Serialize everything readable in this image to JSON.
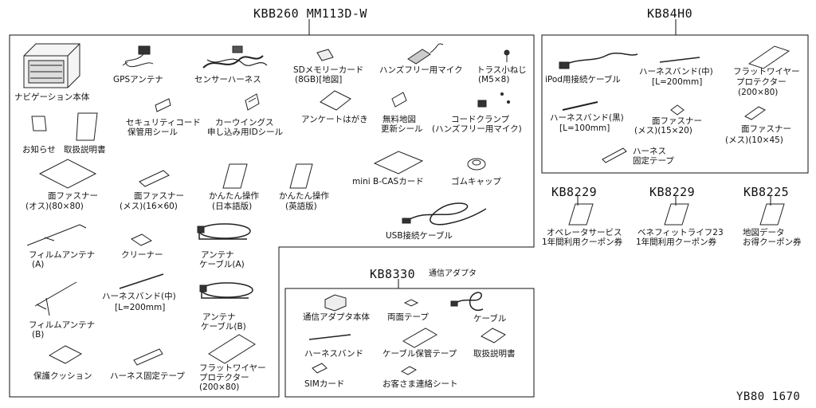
{
  "headers": {
    "main": "KBB260 MM113D-W",
    "kb84h0": "KB84H0",
    "kb8229a": "KB8229",
    "kb8229b": "KB8229",
    "kb8225": "KB8225",
    "kb8330": "KB8330",
    "kb8330_sub": "通信アダプタ"
  },
  "main_parts": {
    "navi_unit": "ナビゲーション本体",
    "gps_antenna": "GPSアンテナ",
    "sensor_harness": "センサーハーネス",
    "sd_card_1": "SDメモリーカード",
    "sd_card_2": "(8GB)[地図]",
    "handsfree_mic": "ハンズフリー用マイク",
    "truss_screw_1": "トラス小ねじ",
    "truss_screw_2": "(M5×8)",
    "security_code_1": "セキュリティコード",
    "security_code_2": "保管用シール",
    "carwings_1": "カーウイングス",
    "carwings_2": "申し込み用IDシール",
    "survey_card": "アンケートはがき",
    "free_map_1": "無料地図",
    "free_map_2": "更新シール",
    "cord_clamp_1": "コードクランプ",
    "cord_clamp_2": "(ハンズフリー用マイク)",
    "notice": "お知らせ",
    "manual": "取扱説明書",
    "fastener_m_1": "面ファスナー",
    "fastener_m_2": "(オス)(80×80)",
    "fastener_f_1": "面ファスナー",
    "fastener_f_2": "(メス)(16×60)",
    "quick_jp_1": "かんたん操作",
    "quick_jp_2": "(日本語版)",
    "quick_en_1": "かんたん操作",
    "quick_en_2": "(英語版)",
    "minib_cas": "mini B-CASカード",
    "rubber_cap": "ゴムキャップ",
    "usb_cable": "USB接続ケーブル",
    "film_ant_a_1": "フィルムアンテナ",
    "film_ant_a_2": "(A)",
    "cleaner": "クリーナー",
    "ant_cable_a_1": "アンテナ",
    "ant_cable_a_2": "ケーブル(A)",
    "harness_band_1": "ハーネスバンド(中)",
    "harness_band_2": "[L=200mm]",
    "film_ant_b_1": "フィルムアンテナ",
    "film_ant_b_2": "(B)",
    "ant_cable_b_1": "アンテナ",
    "ant_cable_b_2": "ケーブル(B)",
    "cushion": "保護クッション",
    "harness_tape": "ハーネス固定テープ",
    "flat_wire_1": "フラットワイヤー",
    "flat_wire_2": "プロテクター",
    "flat_wire_3": "(200×80)"
  },
  "kb84h0_parts": {
    "ipod_cable": "iPod用接続ケーブル",
    "band_mid_1": "ハーネスバンド(中)",
    "band_mid_2": "[L=200mm]",
    "flat_wire_1": "フラットワイヤー",
    "flat_wire_2": "プロテクター",
    "flat_wire_3": "(200×80)",
    "band_black_1": "ハーネスバンド(黒)",
    "band_black_2": "[L=100mm]",
    "fastener_a_1": "面ファスナー",
    "fastener_a_2": "(メス)(15×20)",
    "fastener_b_1": "面ファスナー",
    "fastener_b_2": "(メス)(10×45)",
    "harness_tape_1": "ハーネス",
    "harness_tape_2": "固定テープ"
  },
  "coupons": {
    "operator_1": "オペレータサービス",
    "operator_2": "1年間利用クーポン券",
    "benefit_1": "ベネフィットライフ23",
    "benefit_2": "1年間利用クーポン券",
    "map_1": "地図データ",
    "map_2": "お得クーポン券"
  },
  "kb8330_parts": {
    "adapter_body": "通信アダプタ本体",
    "double_tape": "両面テープ",
    "cable": "ケーブル",
    "harness_band": "ハーネスバンド",
    "cable_tape": "ケーブル保管テープ",
    "manual": "取扱説明書",
    "sim": "SIMカード",
    "contact_sheet": "お客さま連絡シート"
  },
  "footer_code": "YB80 1670"
}
